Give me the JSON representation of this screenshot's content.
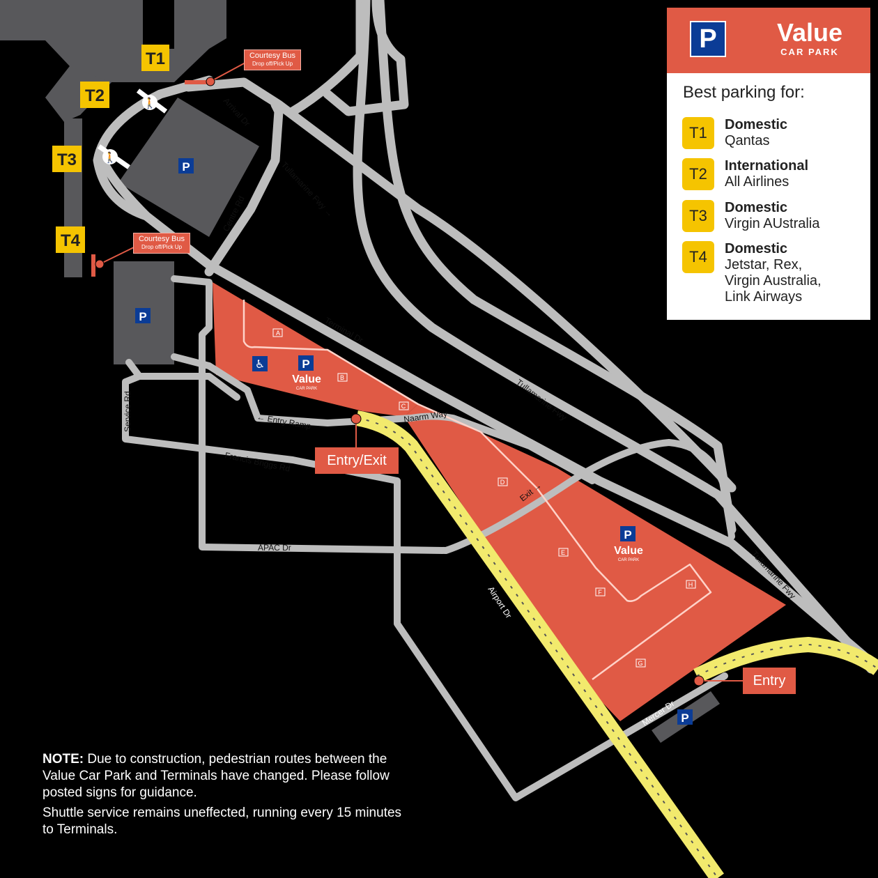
{
  "legend": {
    "p_icon": "P",
    "title": "Value",
    "subtitle": "CAR PARK",
    "best_for": "Best parking for:",
    "rows": [
      {
        "badge": "T1",
        "type": "Domestic",
        "airlines": "Qantas"
      },
      {
        "badge": "T2",
        "type": "International",
        "airlines": "All Airlines"
      },
      {
        "badge": "T3",
        "type": "Domestic",
        "airlines": "Virgin AUstralia"
      },
      {
        "badge": "T4",
        "type": "Domestic",
        "airlines": "Jetstar, Rex,\nVirgin Australia,\nLink Airways"
      }
    ]
  },
  "terminals": [
    "T1",
    "T2",
    "T3",
    "T4"
  ],
  "courtesy_bus": {
    "title": "Courtesy Bus",
    "sub": "Drop off/Pick Up"
  },
  "callouts": {
    "entry_exit": "Entry/Exit",
    "entry": "Entry"
  },
  "car_park_label": {
    "p": "P",
    "value": "Value",
    "sub": "CAR PARK"
  },
  "roads": {
    "arrival_dr": "Arrival Dr",
    "tullamarine_fwy_1": "Tullamarine Fwy →",
    "tullamarine_fwy_2": "Tullamarine Fwy",
    "tullamarine_fwy_3": "Tullamarine Fwy",
    "centre_rd": "Centre Rd",
    "terminal_dr": "Terminal Dr",
    "service_rd": "Service Rd",
    "entry_ramp": "← Entry Ramp",
    "naarm_way": "Naarm Way",
    "francis_briggs_rd": "Francis Briggs Rd",
    "exit": "Exit →",
    "apac_dr": "APAC Dr",
    "airport_dr": "Airport Dr",
    "mercer_dr": "Mercer Dr"
  },
  "shuttle_stops": [
    "A",
    "B",
    "C",
    "D",
    "E",
    "F",
    "G",
    "H"
  ],
  "note": {
    "bold": "NOTE:",
    "line1": " Due to construction, pedestrian routes between the Value Car Park and Terminals have changed. Please follow posted signs for guidance.",
    "line2": "Shuttle service remains uneffected, running every 15 minutes to Terminals."
  },
  "colors": {
    "background": "#000000",
    "car_park": "#e05a45",
    "road": "#bdbdbd",
    "terminal_building": "#58585b",
    "terminal_badge": "#f5c400",
    "parking_blue": "#0b3c96",
    "airport_dr": "#f2ea6d"
  },
  "icons": {
    "pedestrian": "walking-person-icon",
    "accessible": "wheelchair-icon",
    "shuttle": "bus-icon"
  }
}
